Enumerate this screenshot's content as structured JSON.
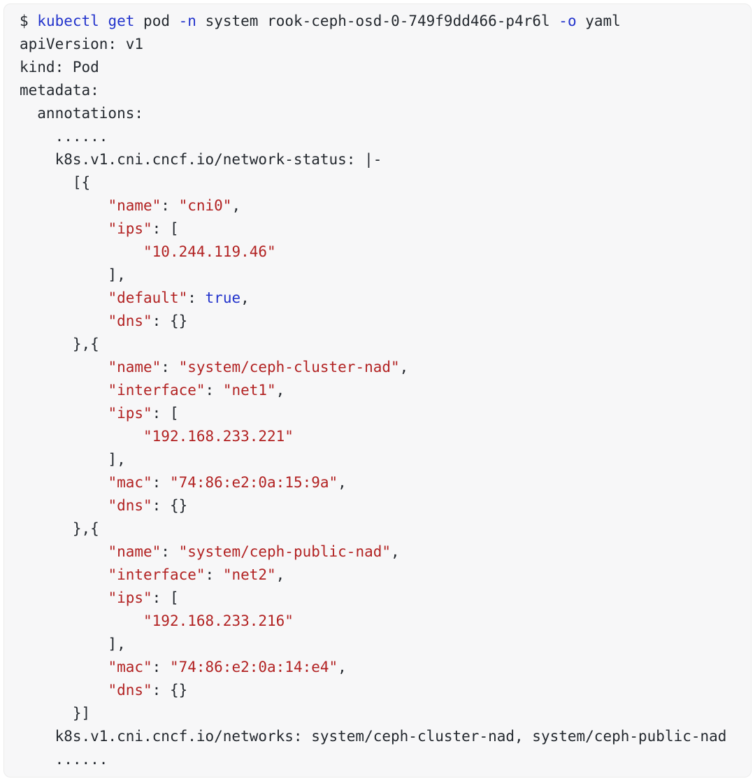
{
  "colors": {
    "page_background": "#ffffff",
    "block_background": "#f7f7f8",
    "block_border": "#ececec",
    "plain": "#24292f",
    "keyword": "#2233cc",
    "string": "#b22222"
  },
  "terminal": {
    "description": "kubectl pod yaml output showing multus network-status annotations",
    "lines": [
      {
        "tokens": [
          {
            "c": "p",
            "t": "$ "
          },
          {
            "c": "k",
            "t": "kubectl"
          },
          {
            "c": "p",
            "t": " "
          },
          {
            "c": "k",
            "t": "get"
          },
          {
            "c": "p",
            "t": " pod "
          },
          {
            "c": "k",
            "t": "-n"
          },
          {
            "c": "p",
            "t": " system rook-ceph-osd-0-749f9dd466-p4r6l "
          },
          {
            "c": "k",
            "t": "-o"
          },
          {
            "c": "p",
            "t": " yaml"
          }
        ]
      },
      {
        "tokens": [
          {
            "c": "p",
            "t": "apiVersion: v1"
          }
        ]
      },
      {
        "tokens": [
          {
            "c": "p",
            "t": "kind: Pod"
          }
        ]
      },
      {
        "tokens": [
          {
            "c": "p",
            "t": "metadata:"
          }
        ]
      },
      {
        "tokens": [
          {
            "c": "p",
            "t": "  annotations:"
          }
        ]
      },
      {
        "tokens": [
          {
            "c": "p",
            "t": "    ......"
          }
        ]
      },
      {
        "tokens": [
          {
            "c": "p",
            "t": "    k8s.v1.cni.cncf.io/network-status: |-"
          }
        ]
      },
      {
        "tokens": [
          {
            "c": "p",
            "t": "      [{"
          }
        ]
      },
      {
        "tokens": [
          {
            "c": "p",
            "t": "          "
          },
          {
            "c": "s",
            "t": "\"name\""
          },
          {
            "c": "p",
            "t": ": "
          },
          {
            "c": "s",
            "t": "\"cni0\""
          },
          {
            "c": "p",
            "t": ","
          }
        ]
      },
      {
        "tokens": [
          {
            "c": "p",
            "t": "          "
          },
          {
            "c": "s",
            "t": "\"ips\""
          },
          {
            "c": "p",
            "t": ": ["
          }
        ]
      },
      {
        "tokens": [
          {
            "c": "p",
            "t": "              "
          },
          {
            "c": "s",
            "t": "\"10.244.119.46\""
          }
        ]
      },
      {
        "tokens": [
          {
            "c": "p",
            "t": "          ],"
          }
        ]
      },
      {
        "tokens": [
          {
            "c": "p",
            "t": "          "
          },
          {
            "c": "s",
            "t": "\"default\""
          },
          {
            "c": "p",
            "t": ": "
          },
          {
            "c": "k",
            "t": "true"
          },
          {
            "c": "p",
            "t": ","
          }
        ]
      },
      {
        "tokens": [
          {
            "c": "p",
            "t": "          "
          },
          {
            "c": "s",
            "t": "\"dns\""
          },
          {
            "c": "p",
            "t": ": {}"
          }
        ]
      },
      {
        "tokens": [
          {
            "c": "p",
            "t": "      },{"
          }
        ]
      },
      {
        "tokens": [
          {
            "c": "p",
            "t": "          "
          },
          {
            "c": "s",
            "t": "\"name\""
          },
          {
            "c": "p",
            "t": ": "
          },
          {
            "c": "s",
            "t": "\"system/ceph-cluster-nad\""
          },
          {
            "c": "p",
            "t": ","
          }
        ]
      },
      {
        "tokens": [
          {
            "c": "p",
            "t": "          "
          },
          {
            "c": "s",
            "t": "\"interface\""
          },
          {
            "c": "p",
            "t": ": "
          },
          {
            "c": "s",
            "t": "\"net1\""
          },
          {
            "c": "p",
            "t": ","
          }
        ]
      },
      {
        "tokens": [
          {
            "c": "p",
            "t": "          "
          },
          {
            "c": "s",
            "t": "\"ips\""
          },
          {
            "c": "p",
            "t": ": ["
          }
        ]
      },
      {
        "tokens": [
          {
            "c": "p",
            "t": "              "
          },
          {
            "c": "s",
            "t": "\"192.168.233.221\""
          }
        ]
      },
      {
        "tokens": [
          {
            "c": "p",
            "t": "          ],"
          }
        ]
      },
      {
        "tokens": [
          {
            "c": "p",
            "t": "          "
          },
          {
            "c": "s",
            "t": "\"mac\""
          },
          {
            "c": "p",
            "t": ": "
          },
          {
            "c": "s",
            "t": "\"74:86:e2:0a:15:9a\""
          },
          {
            "c": "p",
            "t": ","
          }
        ]
      },
      {
        "tokens": [
          {
            "c": "p",
            "t": "          "
          },
          {
            "c": "s",
            "t": "\"dns\""
          },
          {
            "c": "p",
            "t": ": {}"
          }
        ]
      },
      {
        "tokens": [
          {
            "c": "p",
            "t": "      },{"
          }
        ]
      },
      {
        "tokens": [
          {
            "c": "p",
            "t": "          "
          },
          {
            "c": "s",
            "t": "\"name\""
          },
          {
            "c": "p",
            "t": ": "
          },
          {
            "c": "s",
            "t": "\"system/ceph-public-nad\""
          },
          {
            "c": "p",
            "t": ","
          }
        ]
      },
      {
        "tokens": [
          {
            "c": "p",
            "t": "          "
          },
          {
            "c": "s",
            "t": "\"interface\""
          },
          {
            "c": "p",
            "t": ": "
          },
          {
            "c": "s",
            "t": "\"net2\""
          },
          {
            "c": "p",
            "t": ","
          }
        ]
      },
      {
        "tokens": [
          {
            "c": "p",
            "t": "          "
          },
          {
            "c": "s",
            "t": "\"ips\""
          },
          {
            "c": "p",
            "t": ": ["
          }
        ]
      },
      {
        "tokens": [
          {
            "c": "p",
            "t": "              "
          },
          {
            "c": "s",
            "t": "\"192.168.233.216\""
          }
        ]
      },
      {
        "tokens": [
          {
            "c": "p",
            "t": "          ],"
          }
        ]
      },
      {
        "tokens": [
          {
            "c": "p",
            "t": "          "
          },
          {
            "c": "s",
            "t": "\"mac\""
          },
          {
            "c": "p",
            "t": ": "
          },
          {
            "c": "s",
            "t": "\"74:86:e2:0a:14:e4\""
          },
          {
            "c": "p",
            "t": ","
          }
        ]
      },
      {
        "tokens": [
          {
            "c": "p",
            "t": "          "
          },
          {
            "c": "s",
            "t": "\"dns\""
          },
          {
            "c": "p",
            "t": ": {}"
          }
        ]
      },
      {
        "tokens": [
          {
            "c": "p",
            "t": "      }]"
          }
        ]
      },
      {
        "tokens": [
          {
            "c": "p",
            "t": "    k8s.v1.cni.cncf.io/networks: system/ceph-cluster-nad, system/ceph-public-nad"
          }
        ]
      },
      {
        "tokens": [
          {
            "c": "p",
            "t": "    ......"
          }
        ]
      }
    ]
  }
}
